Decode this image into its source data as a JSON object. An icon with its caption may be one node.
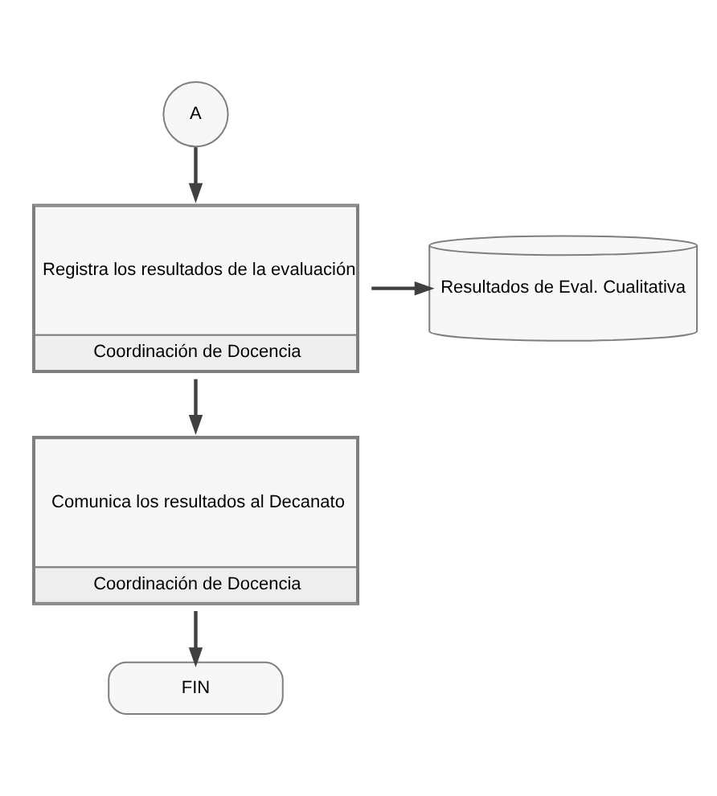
{
  "diagram": {
    "nodes": [
      {
        "text": [
          "A"
        ]
      },
      {
        "text": [
          "Registra los resultados de la evaluación",
          "Coordinación de Docencia"
        ]
      },
      {
        "text": [
          "Resultados de Eval. Cualitativa"
        ]
      },
      {
        "text": [
          "Comunica los resultados al Decanato",
          "Coordinación de Docencia"
        ]
      },
      {
        "text": [
          "FIN"
        ]
      }
    ],
    "edges": [
      {
        "from": 0,
        "to": 1,
        "arrow": "to"
      },
      {
        "from": 1,
        "to": 2,
        "arrow": "to"
      },
      {
        "from": 1,
        "to": 3,
        "arrow": "to"
      },
      {
        "from": 3,
        "to": 4,
        "arrow": "to"
      }
    ]
  }
}
